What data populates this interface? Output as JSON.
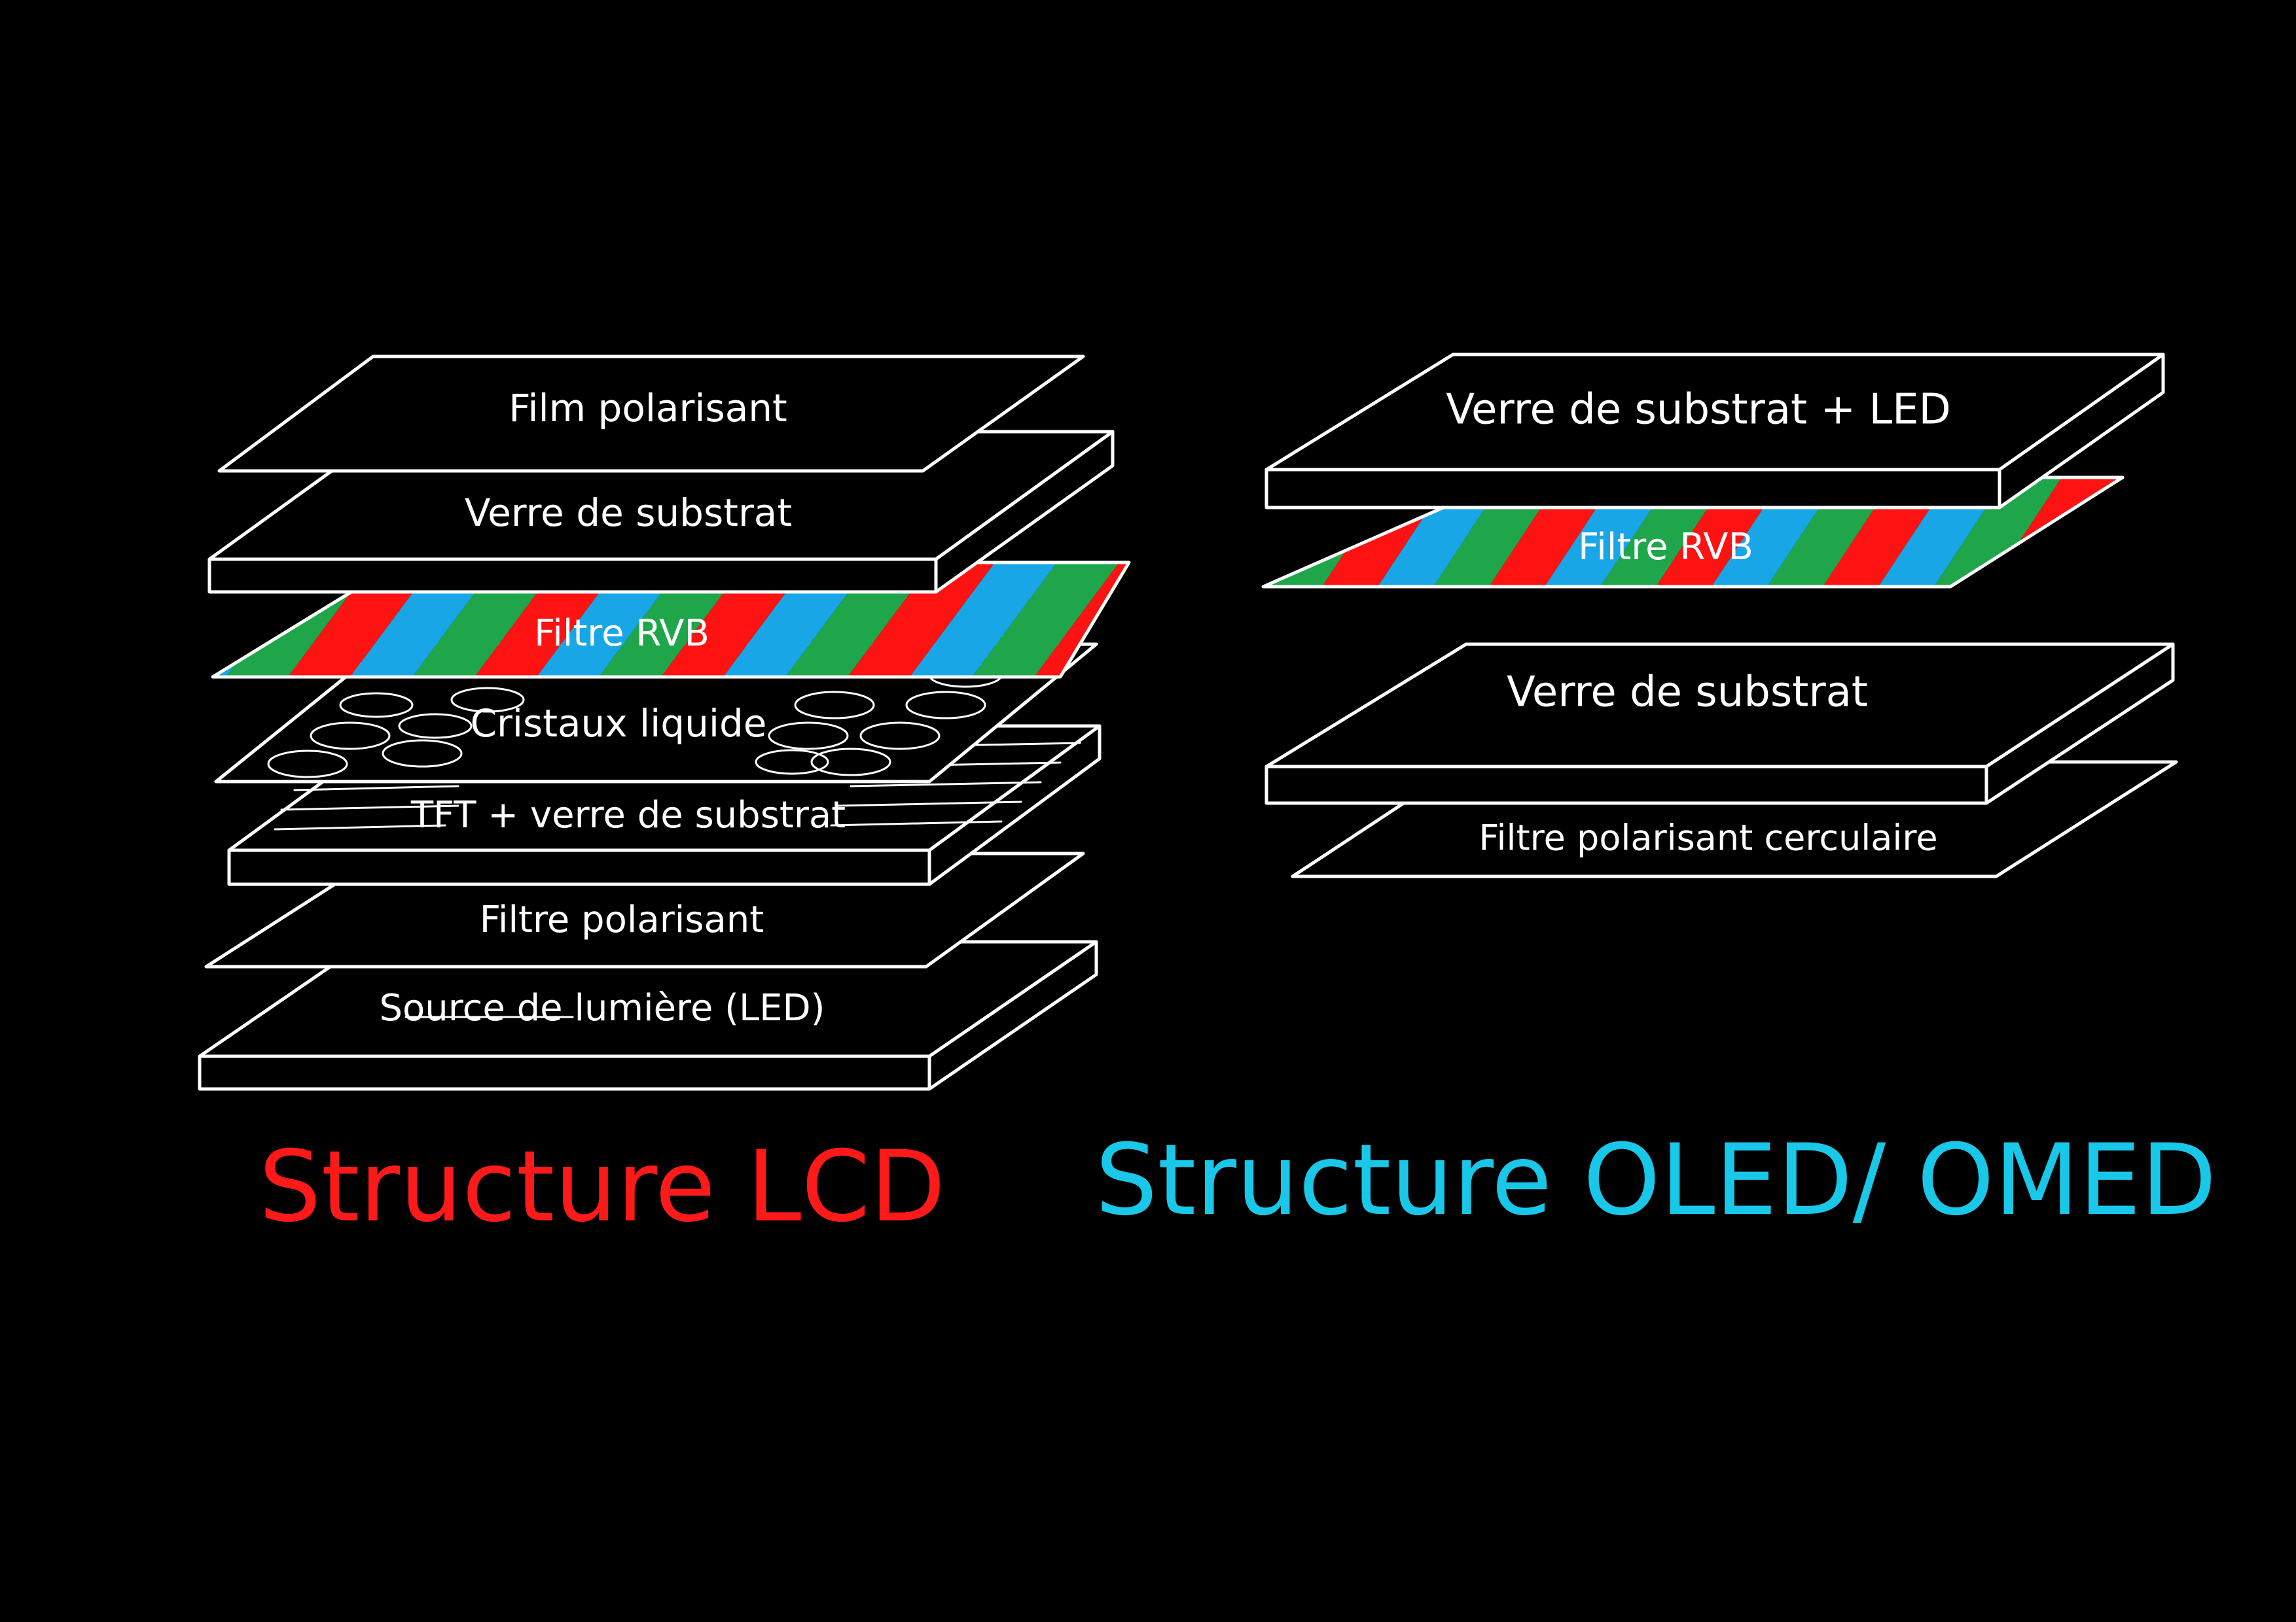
{
  "lcd": {
    "title": "Structure LCD",
    "title_color": "#ff1a1a",
    "layers": [
      "Film polarisant",
      "Verre de substrat",
      "Filtre RVB",
      "Cristaux liquide",
      "TFT + verre de substrat",
      "Filtre polarisant",
      "Source de lumière (LED)"
    ]
  },
  "oled": {
    "title": "Structure OLED/ OMED",
    "title_color": "#19c8e8",
    "layers": [
      "Verre de substrat + LED",
      "Filtre RVB",
      "Verre de substrat",
      "Filtre polarisant cerculaire"
    ]
  },
  "rgb_colors": {
    "red": "#ff1212",
    "green": "#1fa64a",
    "blue": "#19a6e6"
  }
}
